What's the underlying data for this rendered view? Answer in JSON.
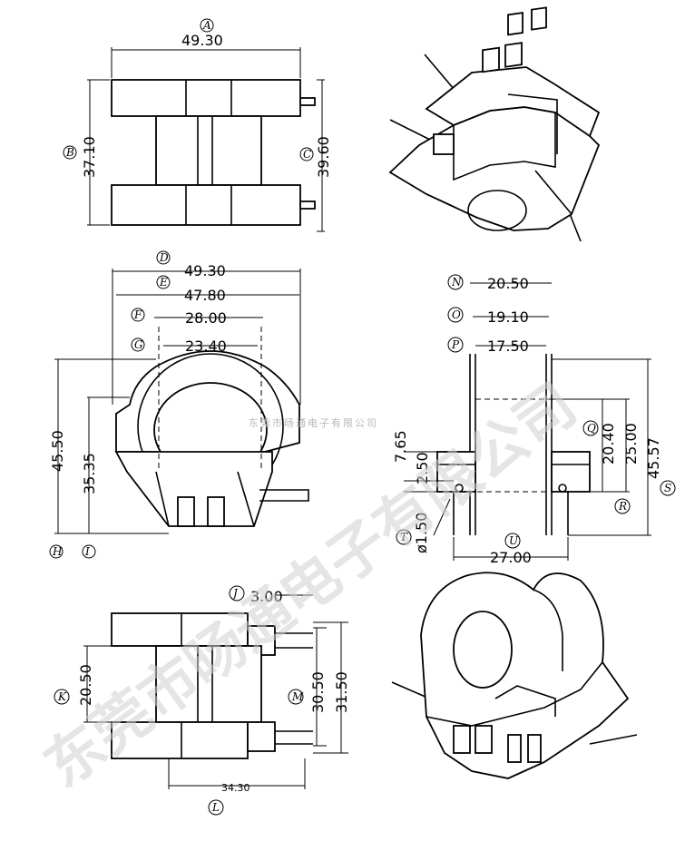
{
  "watermark": {
    "big": "东莞市旸通电子有限公司",
    "small": "东莞市旸通电子有限公司"
  },
  "labels": {
    "A": "A",
    "B": "B",
    "C": "C",
    "D": "D",
    "E": "E",
    "F": "F",
    "G": "G",
    "H": "H",
    "I": "I",
    "J": "J",
    "K": "K",
    "L": "L",
    "M": "M",
    "N": "N",
    "O": "O",
    "P": "P",
    "Q": "Q",
    "R": "R",
    "S": "S",
    "T": "T",
    "U": "U"
  },
  "dims": {
    "A": "49.30",
    "B": "37.10",
    "C": "39.60",
    "D": "49.30",
    "E": "47.80",
    "F": "28.00",
    "G": "23.40",
    "H": "45.50",
    "I": "35.35",
    "N": "20.50",
    "O": "19.10",
    "P": "17.50",
    "Q": "20.40",
    "R": "25.00",
    "S": "45.57",
    "V": "7.65",
    "W": "2.50",
    "T": "ø1.50",
    "U": "27.00",
    "J": "3.00",
    "K": "20.50",
    "L": "34.30",
    "M": "30.50",
    "N2": "31.50"
  }
}
